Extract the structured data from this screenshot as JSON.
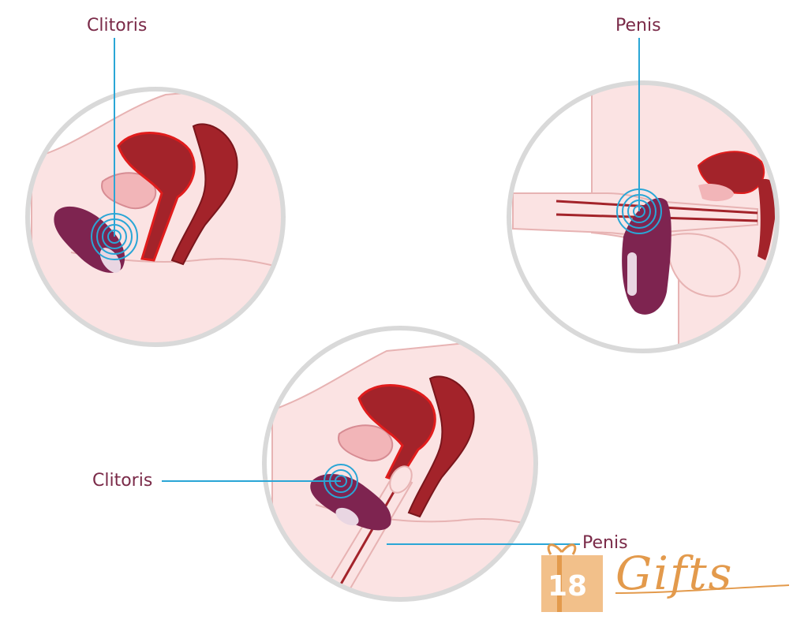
{
  "labels": {
    "clitoris_top": "Clitoris",
    "penis_top": "Penis",
    "clitoris_bottom": "Clitoris",
    "penis_bottom": "Penis"
  },
  "logo": {
    "number": "18",
    "word": "Gifts"
  },
  "colors": {
    "circle_border": "#d9d9d9",
    "skin": "#fbe3e3",
    "skin_outline": "#e7b3b3",
    "organ_dark": "#a3232a",
    "organ_bright": "#e01c1c",
    "device": "#7e2450",
    "pulse": "#2aa6d6",
    "label_text": "#7a2a48",
    "logo": "#e39a4c"
  }
}
